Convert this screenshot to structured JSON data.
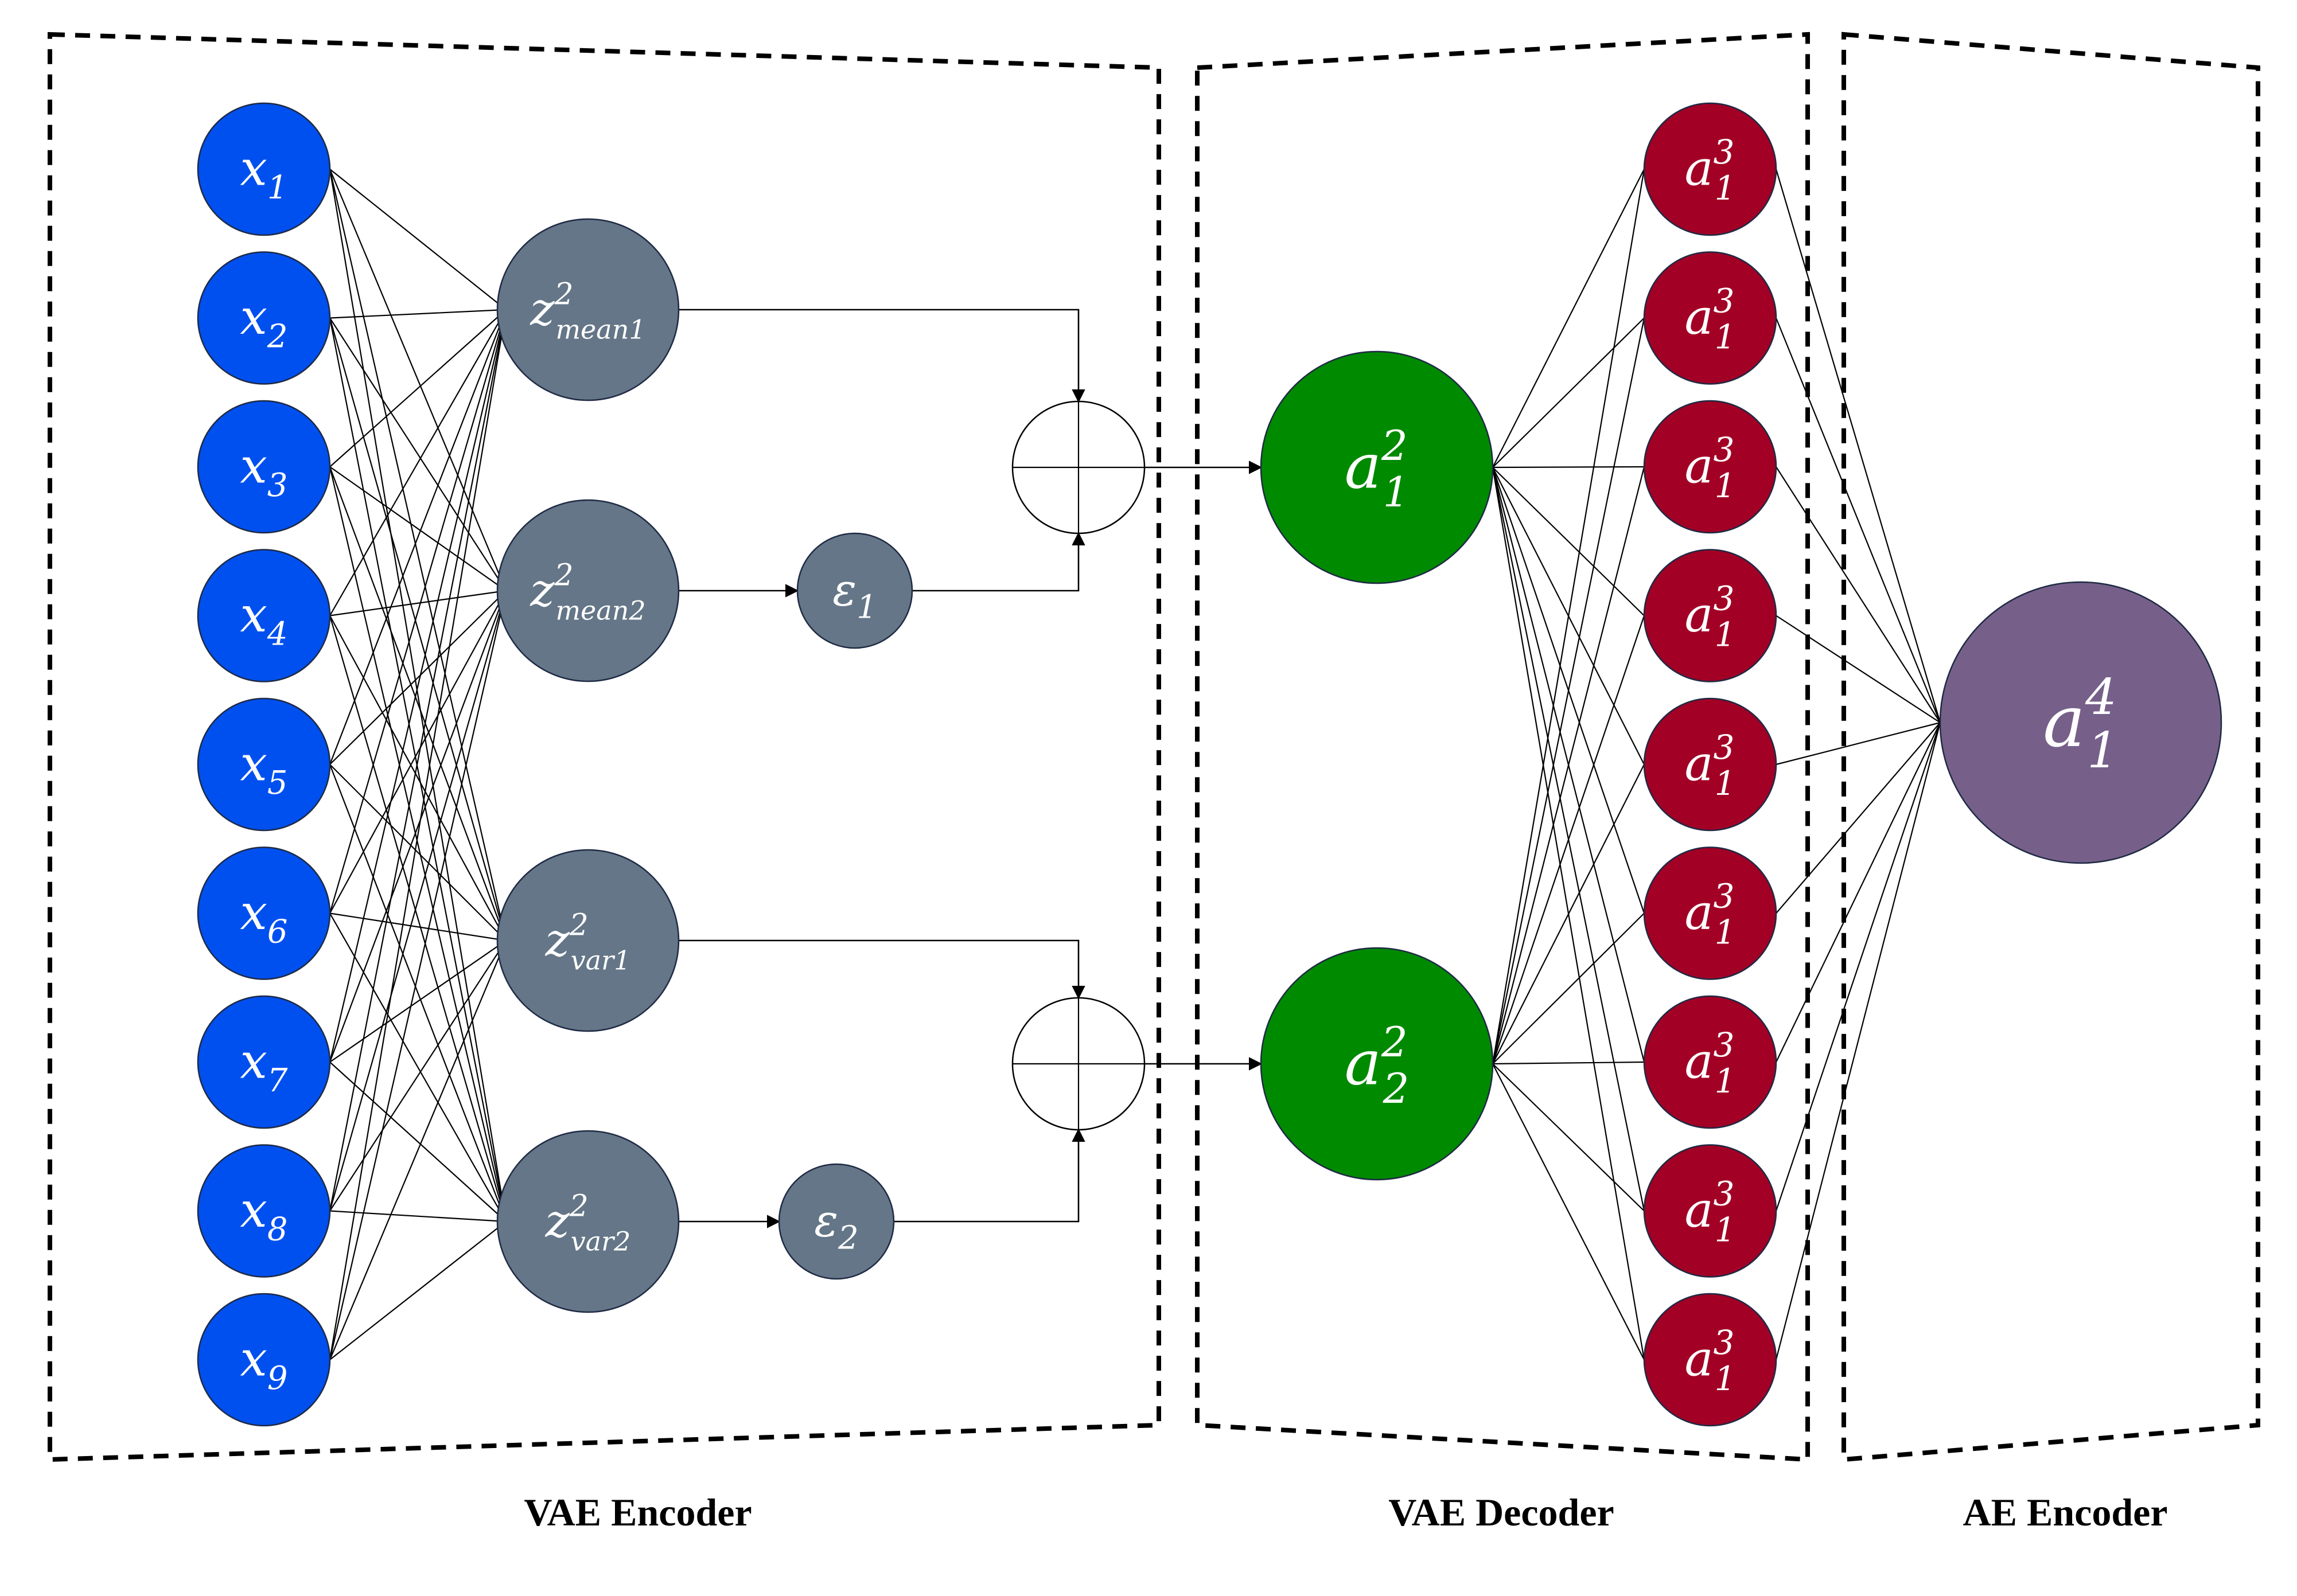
{
  "sections": {
    "vae_encoder": "VAE Encoder",
    "vae_decoder": "VAE Decoder",
    "ae_encoder": "AE Encoder"
  },
  "colors": {
    "input": "#0050EF",
    "latent": "#647687",
    "decoder": "#008A00",
    "output_layer": "#A20025",
    "ae": "#76608A"
  },
  "inputs": [
    {
      "base": "x",
      "sub": "1"
    },
    {
      "base": "x",
      "sub": "2"
    },
    {
      "base": "x",
      "sub": "3"
    },
    {
      "base": "x",
      "sub": "4"
    },
    {
      "base": "x",
      "sub": "5"
    },
    {
      "base": "x",
      "sub": "6"
    },
    {
      "base": "x",
      "sub": "7"
    },
    {
      "base": "x",
      "sub": "8"
    },
    {
      "base": "x",
      "sub": "9"
    }
  ],
  "latents": [
    {
      "base": "z",
      "sup": "2",
      "sub": "mean1"
    },
    {
      "base": "z",
      "sup": "2",
      "sub": "mean2"
    },
    {
      "base": "z",
      "sup": "2",
      "sub": "var1"
    },
    {
      "base": "z",
      "sup": "2",
      "sub": "var2"
    }
  ],
  "epsilons": [
    {
      "base": "ε",
      "sub": "1"
    },
    {
      "base": "ε",
      "sub": "2"
    }
  ],
  "adders": [
    "sum-node-1",
    "sum-node-2"
  ],
  "decoder_nodes": [
    {
      "base": "a",
      "sup": "2",
      "sub": "1"
    },
    {
      "base": "a",
      "sup": "2",
      "sub": "2"
    }
  ],
  "output_nodes": [
    {
      "base": "a",
      "sup": "3",
      "sub": "1"
    },
    {
      "base": "a",
      "sup": "3",
      "sub": "1"
    },
    {
      "base": "a",
      "sup": "3",
      "sub": "1"
    },
    {
      "base": "a",
      "sup": "3",
      "sub": "1"
    },
    {
      "base": "a",
      "sup": "3",
      "sub": "1"
    },
    {
      "base": "a",
      "sup": "3",
      "sub": "1"
    },
    {
      "base": "a",
      "sup": "3",
      "sub": "1"
    },
    {
      "base": "a",
      "sup": "3",
      "sub": "1"
    },
    {
      "base": "a",
      "sup": "3",
      "sub": "1"
    }
  ],
  "ae_node": {
    "base": "a",
    "sup": "4",
    "sub": "1"
  }
}
